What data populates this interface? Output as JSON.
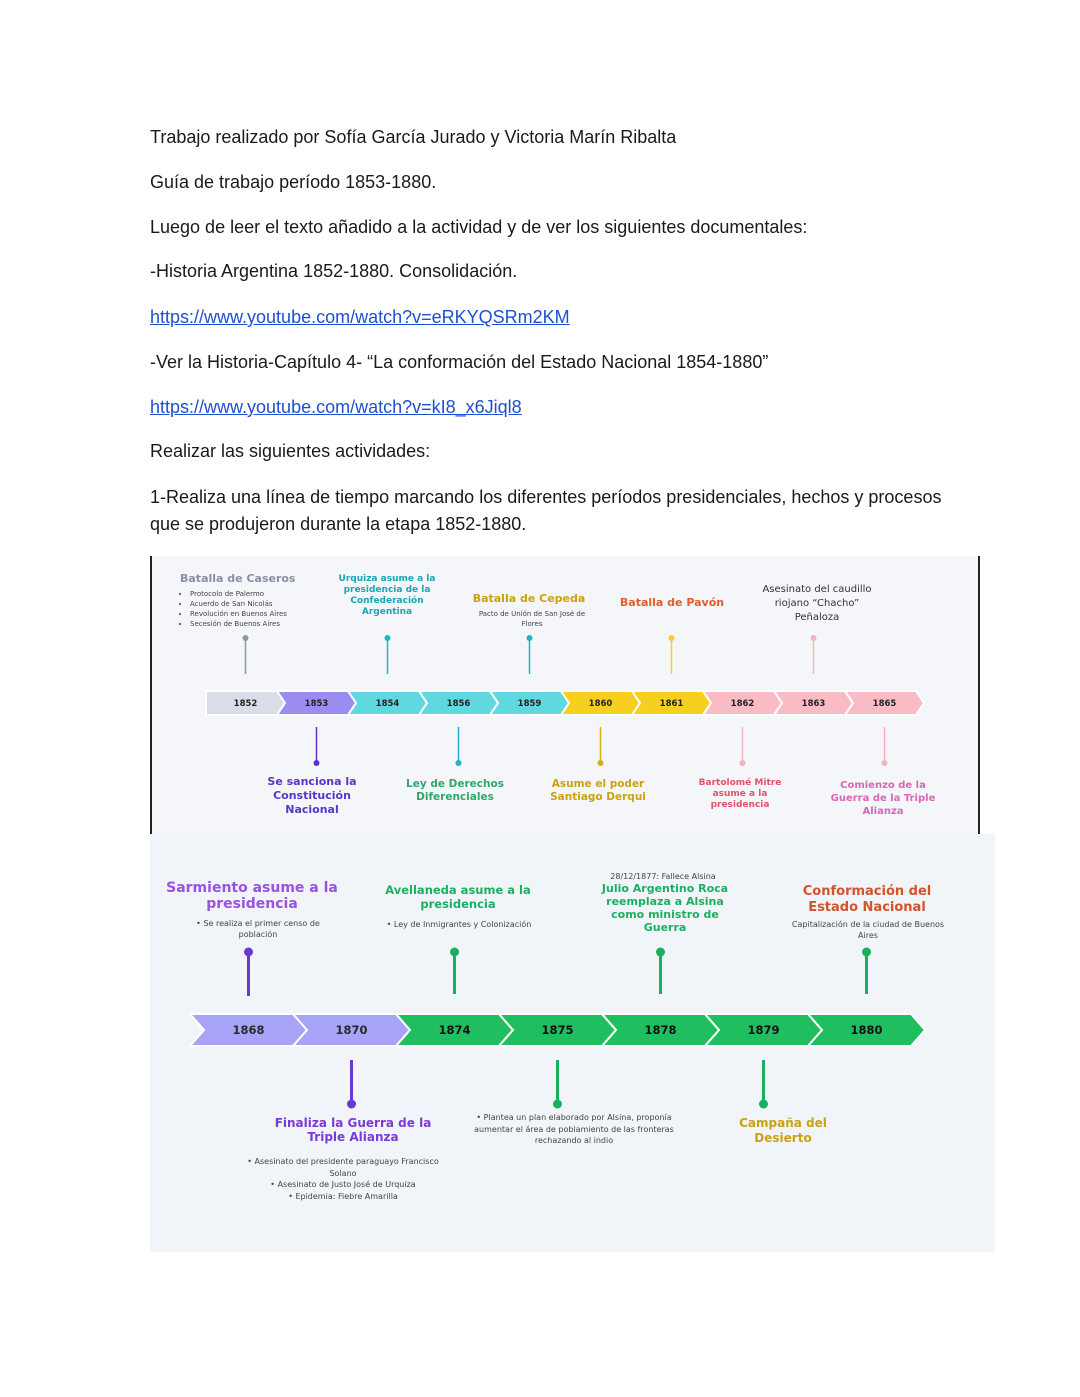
{
  "doc": {
    "line1": "Trabajo realizado por Sofía García Jurado y Victoria Marín Ribalta",
    "line2": "Guía de trabajo período 1853-1880.",
    "line3": "Luego de leer el texto añadido a la actividad y de ver los siguientes documentales:",
    "line4": "-Historia Argentina 1852-1880. Consolidación.",
    "link1": "https://www.youtube.com/watch?v=eRKYQSRm2KM",
    "line5": "-Ver la Historia-Capítulo 4- “La conformación del Estado Nacional 1854-1880”",
    "link2": "https://www.youtube.com/watch?v=kI8_x6Jiql8",
    "line6": "Realizar las siguientes actividades:",
    "line7a": "1-Realiza una línea de tiempo marcando los diferentes períodos presidenciales, hechos y procesos",
    "line7b": "que se produjeron durante la etapa 1852-1880."
  },
  "timeline1": {
    "years": [
      "1852",
      "1853",
      "1854",
      "1856",
      "1859",
      "1860",
      "1861",
      "1862",
      "1863",
      "1865"
    ],
    "segment_colors": [
      "#d9dde8",
      "#9a8cf0",
      "#5fd8e0",
      "#5fd8e0",
      "#5fd8e0",
      "#f7cf1f",
      "#f7cf1f",
      "#f9bcc4",
      "#f9bcc4",
      "#f9bcc4"
    ],
    "caseros_title": "Batalla de Caseros",
    "caseros_items": [
      "Protocolo de Palermo",
      "Acuerdo de San Nicolás",
      "Revolución en Buenos Aires",
      "Secesión de Buenos Aires"
    ],
    "urquiza": "Urquiza asume a la presidencia de la Confederación Argentina",
    "cepeda_title": "Batalla de Cepeda",
    "cepeda_item": "Pacto de Unión de San José de Flores",
    "pavon": "Batalla de Pavón",
    "asesinato": "Asesinato del caudillo riojano “Chacho” Peñaloza",
    "constitucion": "Se sanciona la Constitución Nacional",
    "derechos": "Ley de Derechos Diferenciales",
    "derqui": "Asume el poder Santiago Derqui",
    "mitre": "Bartolomé Mitre asume a la presidencia",
    "guerra": "Comienzo de la Guerra de la Triple Alianza"
  },
  "timeline2": {
    "years": [
      "1868",
      "1870",
      "1874",
      "1875",
      "1878",
      "1879",
      "1880"
    ],
    "segment_colors": [
      "#a7a3f7",
      "#a7a3f7",
      "#1fbf5f",
      "#1fbf5f",
      "#1fbf5f",
      "#1fbf5f",
      "#1fbf5f"
    ],
    "sarmiento_title": "Sarmiento asume a la presidencia",
    "sarmiento_item": "Se realiza el primer censo de población",
    "avellaneda_title": "Avellaneda asume a la presidencia",
    "avellaneda_item": "Ley de Inmigrantes y Colonización",
    "alsina_small": "28/12/1877: Fallece Alsina",
    "roca": "Julio Argentino Roca reemplaza a Alsina como ministro de Guerra",
    "conformacion_title": "Conformación del Estado Nacional",
    "conformacion_item": "Capitalización de la ciudad de Buenos Aires",
    "finaliza_title": "Finaliza la Guerra de la Triple Alianza",
    "finaliza_items": [
      "Asesinato del presidente paraguayo Francisco Solano",
      "Asesinato de Justo José de Urquiza",
      "Epidemia: Fiebre Amarilla"
    ],
    "plan": "Plantea un plan elaborado por Alsina, proponía aumentar el área de poblamiento de las fronteras rechazando al indio",
    "campana": "Campaña del Desierto"
  }
}
